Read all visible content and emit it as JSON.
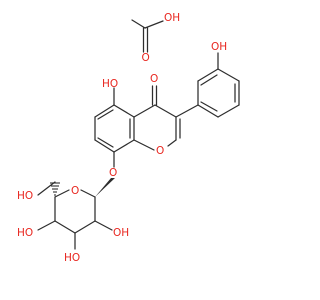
{
  "molecules": {
    "acetic_acid": {
      "atoms": {
        "o_hydroxyl": "OH",
        "o_carbonyl": "O"
      }
    },
    "flavone_glucoside": {
      "atoms": {
        "o_ketone": "O",
        "o_ring": "O",
        "oh_5": "HO",
        "oh_4prime": "OH",
        "o_glycosidic": "O",
        "o_sugar_ring": "O",
        "oh_6_ch2": "HO",
        "oh_4_sugar": "HO",
        "oh_3_sugar": "HO",
        "oh_2_sugar": "OH"
      }
    }
  },
  "colors": {
    "bond": "#2e2e2e",
    "heteroatom": "#e8261f",
    "background": "#ffffff"
  }
}
